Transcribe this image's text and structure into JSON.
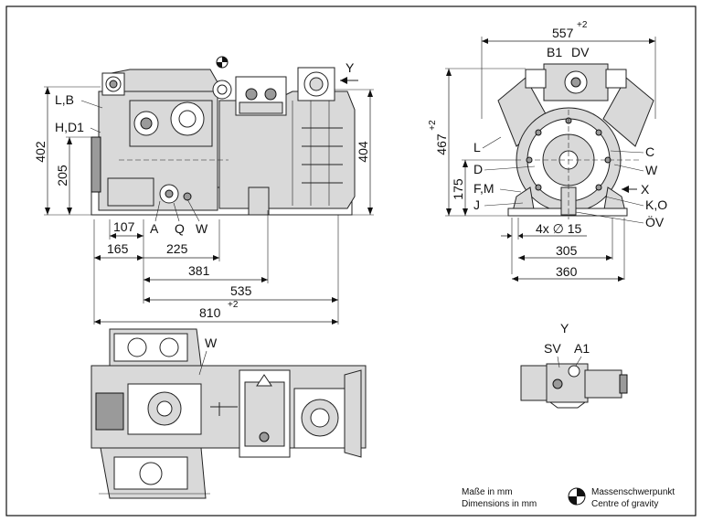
{
  "drawing": {
    "labels": {
      "y_arrow": "Y",
      "lb": "L,B",
      "hd1": "H,D1",
      "a": "A",
      "q": "Q",
      "w": "W",
      "w_top": "W",
      "b1": "B1",
      "dv": "DV",
      "l_side": "L",
      "d_side": "D",
      "fm": "F,M",
      "j": "J",
      "c": "C",
      "w_side": "W",
      "x": "X",
      "ko": "K,O",
      "ov": "ÖV",
      "y_view": "Y",
      "sv": "SV",
      "a1": "A1"
    },
    "dimensions": {
      "d402": "402",
      "d205": "205",
      "d404": "404",
      "d107": "107",
      "d165": "165",
      "d225": "225",
      "d381": "381",
      "d535": "535",
      "d810": "810",
      "d810_tol": "+2",
      "d557": "557",
      "d557_tol": "+2",
      "d467": "467",
      "d467_tol": "+2",
      "d175": "175",
      "d4x15": "4x ∅ 15",
      "d305": "305",
      "d360": "360"
    },
    "legend": {
      "units_de": "Maße in mm",
      "units_en": "Dimensions in mm",
      "cog_de": "Massenschwerpunkt",
      "cog_en": "Centre of gravity"
    }
  }
}
